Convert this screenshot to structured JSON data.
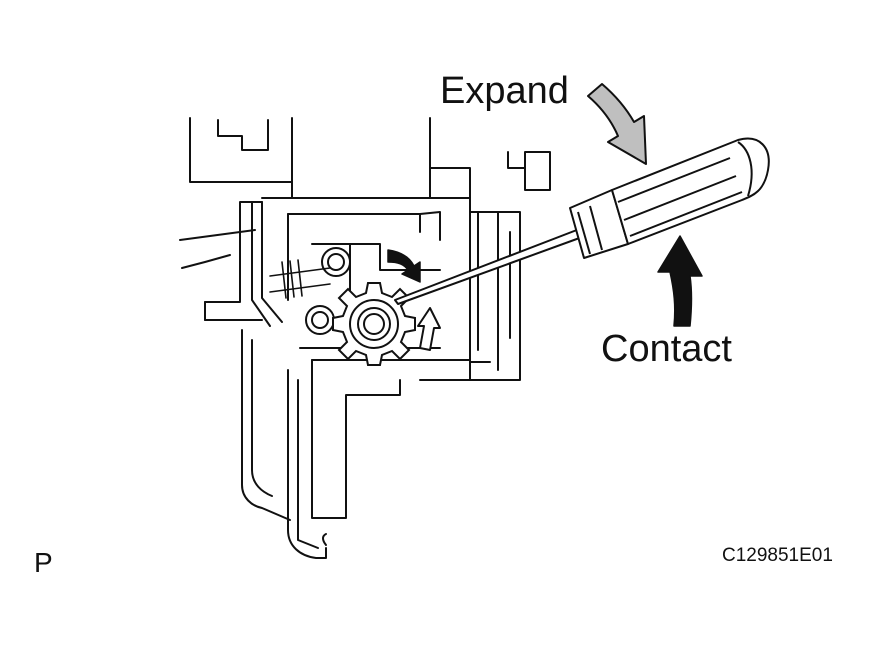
{
  "labels": {
    "expand": "Expand",
    "contact": "Contact",
    "view_marker": "P",
    "figure_code": "C129851E01"
  },
  "icons": {
    "expand_arrow": "curved-arrow-down-right-icon",
    "contact_arrow": "curved-arrow-up-icon",
    "gear_rotation_arrow": "curved-arrow-icon",
    "gear_push_arrow": "outline-up-arrow-icon"
  },
  "colors": {
    "line": "#111111",
    "expand_arrow_fill": "#bfbfbf",
    "contact_arrow_fill": "#111111",
    "background": "#ffffff"
  }
}
